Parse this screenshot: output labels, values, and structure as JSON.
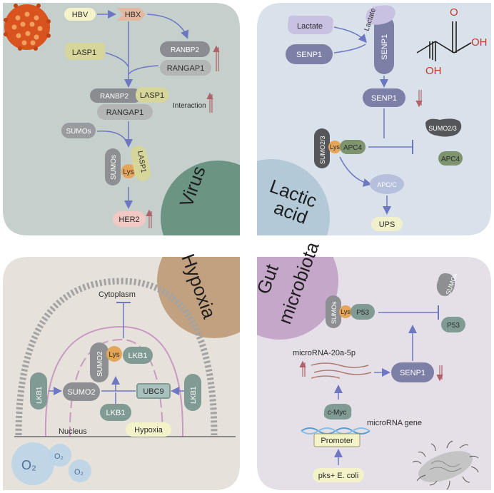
{
  "panels": {
    "virus": {
      "title": "Virus",
      "labels": {
        "hbv": "HBV",
        "hbx": "HBX",
        "ranbp2": "RANBP2",
        "rangap1": "RANGAP1",
        "lasp1": "LASP1",
        "complex_ranbp2": "RANBP2",
        "complex_lasp1": "LASP1",
        "complex_rangap1": "RANGAP1",
        "interaction": "Interaction",
        "sumos": "SUMOs",
        "lys_sumos": "SUMOs",
        "lys": "Lys",
        "lys_lasp1": "LASP1",
        "her2": "HER2"
      },
      "colors": {
        "bg": "#c5cfcb",
        "title_circle": "#6b9483"
      }
    },
    "lactic": {
      "title_line1": "Lactic",
      "title_line2": "acid",
      "labels": {
        "lactate1": "Lactate",
        "senp1_a": "SENP1",
        "lactate2": "Lactate",
        "senp1_b": "SENP1",
        "senp1_c": "SENP1",
        "sumo23_a": "SUMO2/3",
        "lys": "Lys",
        "apc4_a": "APC4",
        "sumo23_b": "SUMO2/3",
        "apc4_b": "APC4",
        "apcc": "APC/C",
        "ups": "UPS",
        "oh_top": "O",
        "oh_right": "OH",
        "oh_bottom": "OH"
      },
      "colors": {
        "bg": "#d9e2ea",
        "title_circle": "#b3c9d8"
      }
    },
    "hypoxia": {
      "title": "Hypoxia",
      "labels": {
        "cytoplasm": "Cytoplasm",
        "sumo2_a": "SUMO2",
        "lys": "Lys",
        "lkb1_a": "LKB1",
        "lkb1_left": "LKB1",
        "sumo2_b": "SUMO2",
        "ubc9": "UBC9",
        "lkb1_right": "LKB1",
        "lkb1_b": "LKB1",
        "nucleus": "Nucleus",
        "hypoxia_label": "Hypoxia",
        "o2_big": "O₂",
        "o2_mid": "O₂",
        "o2_small": "O₂"
      },
      "colors": {
        "bg": "#e6e1da",
        "title_circle": "#c2a180"
      }
    },
    "gut": {
      "title_line1": "Gut",
      "title_line2": "microbiota",
      "labels": {
        "sumos_a": "SUMOs",
        "lys": "Lys",
        "p53_a": "P53",
        "sumos_b": "SUMOs",
        "p53_b": "P53",
        "mirna": "microRNA-20a-5p",
        "senp1": "SENP1",
        "cmyc": "c-Myc",
        "mirna_gene": "microRNA gene",
        "promoter": "Promoter",
        "pks": "pks+ E. coli"
      },
      "colors": {
        "bg": "#e5dfe8",
        "title_circle": "#c5a7c9"
      }
    }
  }
}
